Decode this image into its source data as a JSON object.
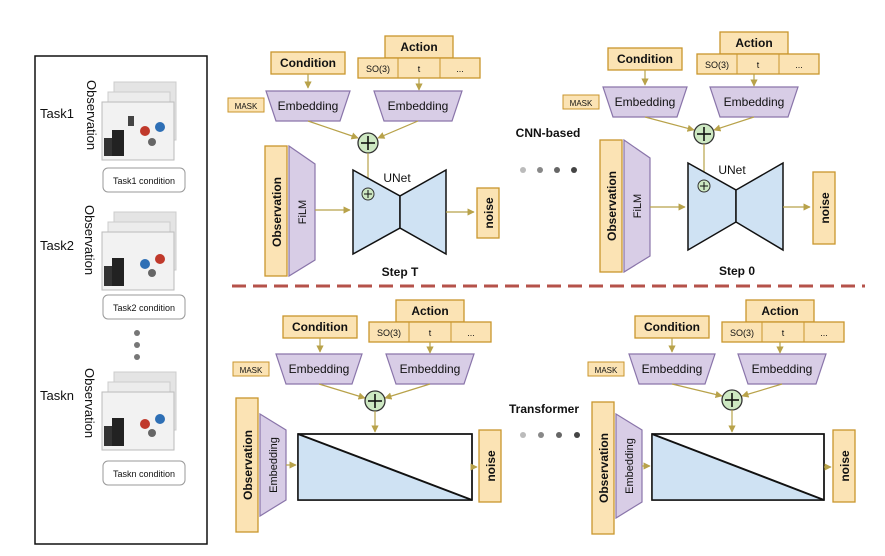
{
  "tasks": [
    {
      "label": "Task1",
      "obs_label": "Observation",
      "condition": "Task1 condition"
    },
    {
      "label": "Task2",
      "obs_label": "Observation",
      "condition": "Task2 condition"
    },
    {
      "label": "Taskn",
      "obs_label": "Observation",
      "condition": "Taskn condition"
    }
  ],
  "labels": {
    "condition": "Condition",
    "action": "Action",
    "so3": "SO(3)",
    "t": "t",
    "ellipsis": "...",
    "mask": "MASK",
    "embedding": "Embedding",
    "observation": "Observation",
    "film": "FiLM",
    "unet": "UNet",
    "noise": "noise",
    "cnn_based": "CNN-based",
    "transformer": "Transformer",
    "step_t": "Step T",
    "step_0": "Step 0"
  },
  "colors": {
    "orange_fill": "#fbe3b4",
    "orange_stroke": "#c9962c",
    "purple_fill": "#d8cde6",
    "purple_stroke": "#8a75aa",
    "blue_fill": "#cfe2f3",
    "green_fill": "#cde8c2",
    "arrow": "#b8a24a",
    "divider": "#b5524a"
  }
}
